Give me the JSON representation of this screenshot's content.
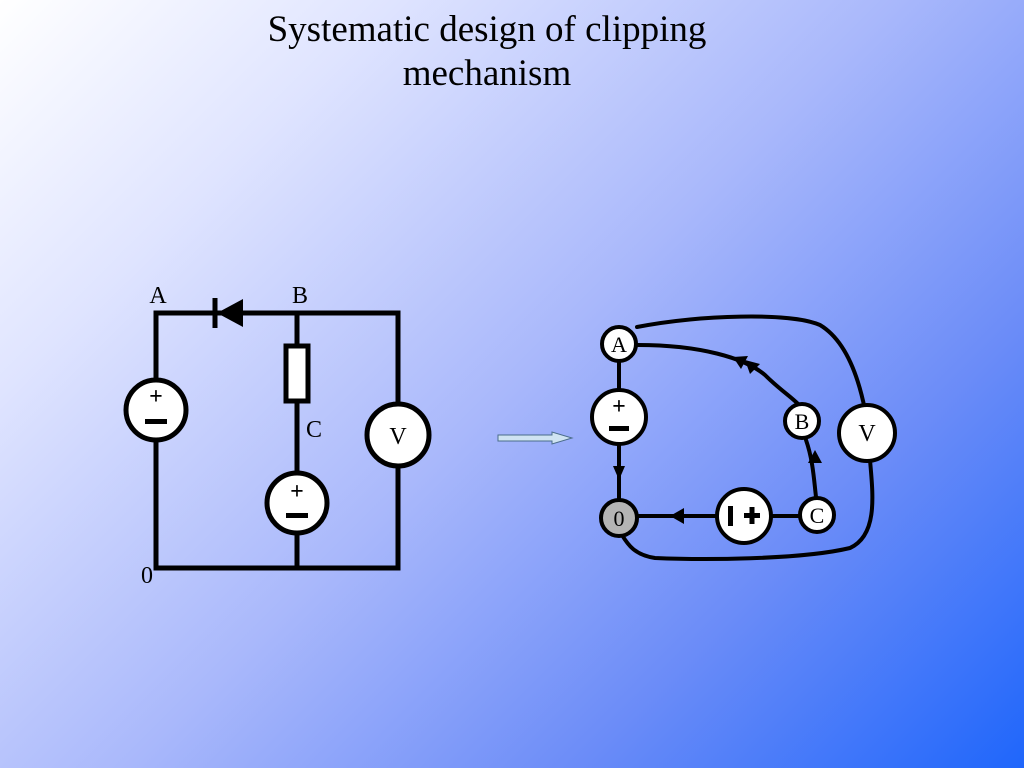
{
  "slide": {
    "title_line1": "Systematic design of clipping",
    "title_line2": "mechanism"
  },
  "circuit": {
    "labels": {
      "node_a": "A",
      "node_b": "B",
      "node_c": "C",
      "node_ground": "0"
    },
    "voltmeter": "V",
    "components": [
      "voltage source",
      "diode",
      "resistor",
      "voltage source",
      "voltmeter"
    ]
  },
  "graph": {
    "nodes": {
      "a": "A",
      "b": "B",
      "c": "C",
      "ground": "0",
      "voltmeter": "V"
    }
  },
  "colors": {
    "background_start": "#ffffff",
    "background_end": "#1f66fb",
    "ground_node_fill": "#b4b4b4",
    "transform_arrow": "#cfe3f2"
  }
}
